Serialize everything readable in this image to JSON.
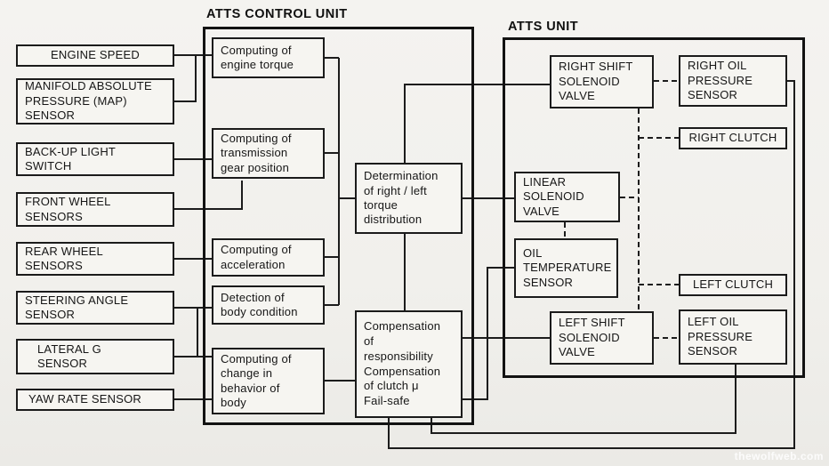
{
  "diagram": {
    "watermark": "thewolfweb.com"
  },
  "sensors": [
    {
      "label": "ENGINE SPEED"
    },
    {
      "label": "MANIFOLD ABSOLUTE\nPRESSURE (MAP)\nSENSOR"
    },
    {
      "label": "BACK-UP LIGHT\nSWITCH"
    },
    {
      "label": "FRONT WHEEL\nSENSORS"
    },
    {
      "label": "REAR WHEEL\nSENSORS"
    },
    {
      "label": "STEERING ANGLE\nSENSOR"
    },
    {
      "label": "LATERAL G\nSENSOR"
    },
    {
      "label": "YAW RATE SENSOR"
    }
  ],
  "control_unit": {
    "title": "ATTS CONTROL UNIT",
    "blocks": {
      "engine_torque": "Computing of\nengine torque",
      "gear_position": "Computing of\ntransmission\ngear position",
      "acceleration": "Computing of\nacceleration",
      "body_condition": "Detection of\nbody condition",
      "behavior": "Computing of\nchange in\nbehavior of\nbody",
      "determination": "Determination\nof right / left\ntorque\ndistribution",
      "compensation": "Compensation\nof\nresponsibility\nCompensation\nof clutch μ\nFail-safe"
    }
  },
  "atts_unit": {
    "title": "ATTS UNIT",
    "blocks": {
      "right_shift_solenoid": "RIGHT SHIFT\nSOLENOID\nVALVE",
      "right_oil_pressure": "RIGHT OIL\nPRESSURE\nSENSOR",
      "right_clutch": "RIGHT CLUTCH",
      "linear_solenoid": "LINEAR\nSOLENOID\nVALVE",
      "oil_temperature": "OIL\nTEMPERATURE\nSENSOR",
      "left_clutch": "LEFT CLUTCH",
      "left_shift_solenoid": "LEFT SHIFT\nSOLENOID\nVALVE",
      "left_oil_pressure": "LEFT OIL\nPRESSURE\nSENSOR"
    }
  }
}
